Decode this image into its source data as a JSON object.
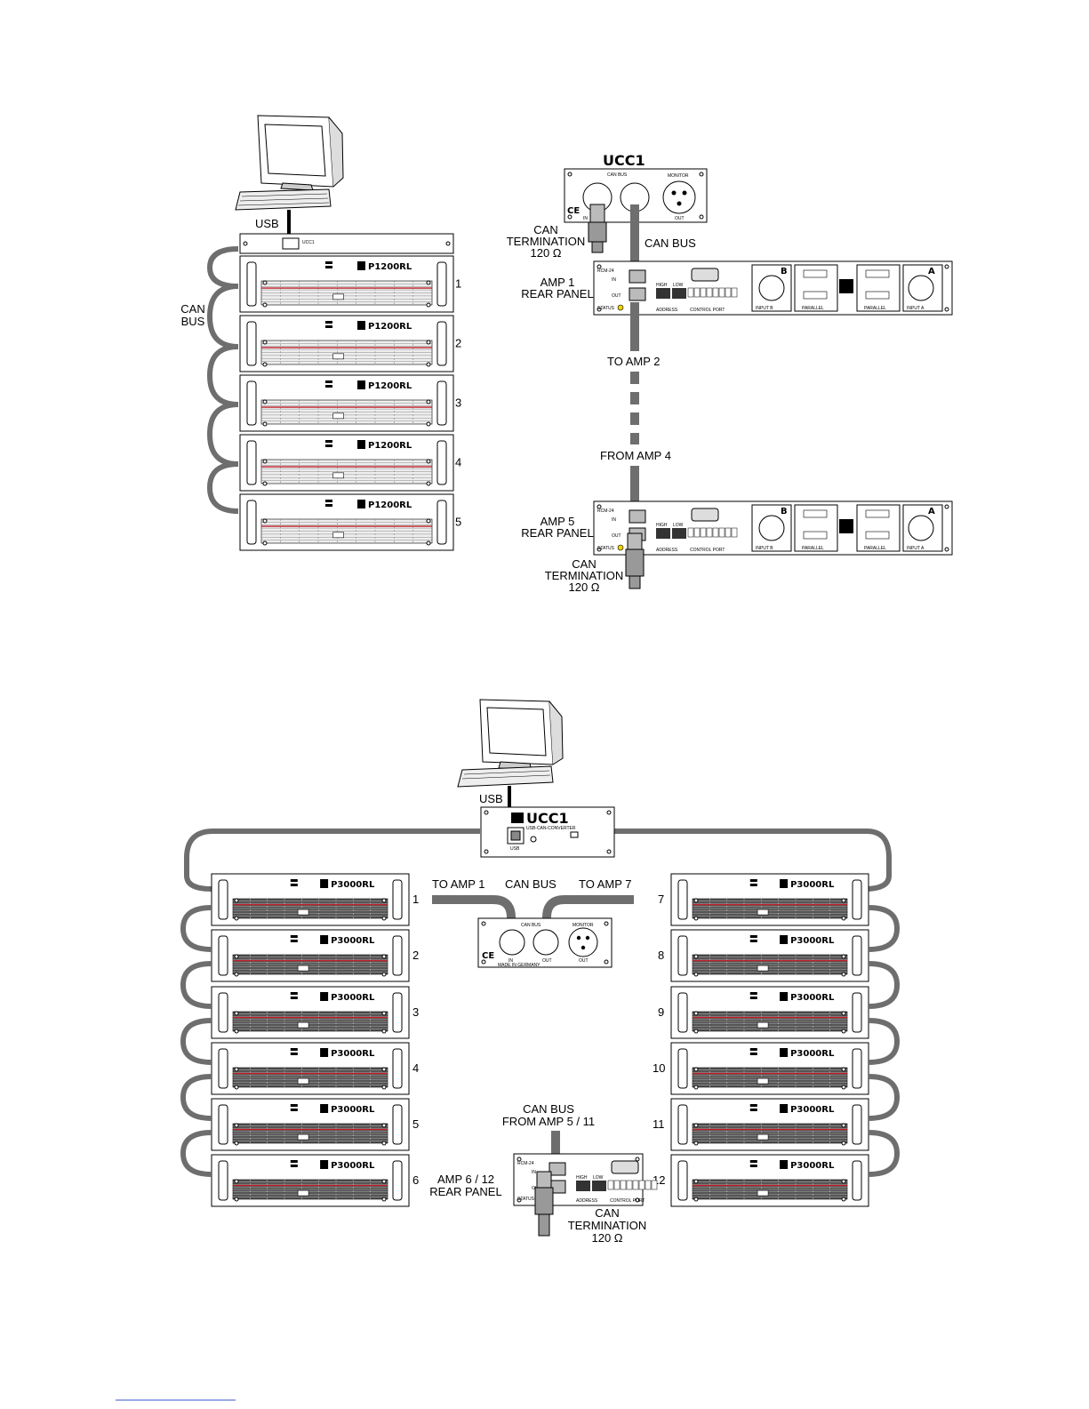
{
  "fig1": {
    "usb_label": "USB",
    "can_bus_side_label": [
      "CAN",
      "BUS"
    ],
    "ucc_title": "UCC1",
    "ucc_connector_labels": [
      "CAN BUS",
      "MONITOR",
      "OUT",
      "IN"
    ],
    "ce_mark": "CE",
    "top_termination_label": [
      "CAN",
      "TERMINATION",
      "120 Ω"
    ],
    "can_bus_label": "CAN BUS",
    "amp1_label": [
      "AMP 1",
      "REAR PANEL"
    ],
    "to_amp2_label": "TO AMP 2",
    "from_amp4_label": "FROM AMP 4",
    "amp5_label": [
      "AMP 5",
      "REAR PANEL"
    ],
    "bottom_termination_label": [
      "CAN",
      "TERMINATION",
      "120 Ω"
    ],
    "amplifiers": [
      {
        "model": "P1200RL",
        "number": "1"
      },
      {
        "model": "P1200RL",
        "number": "2"
      },
      {
        "model": "P1200RL",
        "number": "3"
      },
      {
        "model": "P1200RL",
        "number": "4"
      },
      {
        "model": "P1200RL",
        "number": "5"
      }
    ],
    "rear_panel_labels": {
      "rcm": "RCM-24",
      "in": "IN",
      "out": "OUT",
      "status": "STATUS",
      "high": "HIGH",
      "low": "LOW",
      "address": "ADDRESS",
      "control_port": "CONTROL PORT",
      "input_b": "INPUT B",
      "input_a": "INPUT A",
      "parallel": "PARALLEL",
      "b": "B",
      "a": "A"
    }
  },
  "fig2": {
    "usb_label": "USB",
    "ucc_title": "UCC1",
    "ucc_subtitle": "USB-CAN-CONVERTER",
    "ucc_usb_port": "USB",
    "to_amp1_label": "TO AMP 1",
    "can_bus_label": "CAN BUS",
    "to_amp7_label": "TO AMP 7",
    "ucc_rear_labels": [
      "CAN BUS",
      "MONITOR",
      "OUT",
      "IN",
      "OUT",
      "MADE IN GERMANY"
    ],
    "ce_mark": "CE",
    "can_bus_from_label": [
      "CAN BUS",
      "FROM AMP 5 / 11"
    ],
    "amp_rear_label": [
      "AMP 6 / 12",
      "REAR PANEL"
    ],
    "termination_label": [
      "CAN",
      "TERMINATION",
      "120 Ω"
    ],
    "left_amplifiers": [
      {
        "model": "P3000RL",
        "number": "1"
      },
      {
        "model": "P3000RL",
        "number": "2"
      },
      {
        "model": "P3000RL",
        "number": "3"
      },
      {
        "model": "P3000RL",
        "number": "4"
      },
      {
        "model": "P3000RL",
        "number": "5"
      },
      {
        "model": "P3000RL",
        "number": "6"
      }
    ],
    "right_amplifiers": [
      {
        "model": "P3000RL",
        "number": "7"
      },
      {
        "model": "P3000RL",
        "number": "8"
      },
      {
        "model": "P3000RL",
        "number": "9"
      },
      {
        "model": "P3000RL",
        "number": "10"
      },
      {
        "model": "P3000RL",
        "number": "11"
      },
      {
        "model": "P3000RL",
        "number": "12"
      }
    ]
  }
}
